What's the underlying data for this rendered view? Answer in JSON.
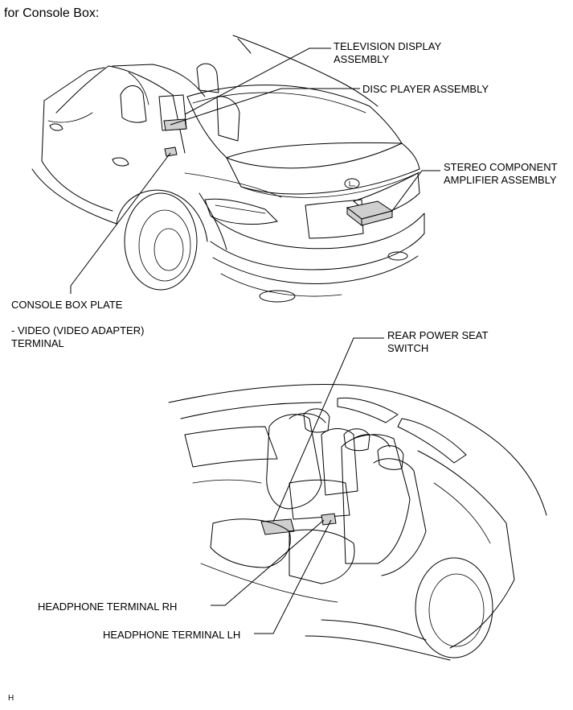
{
  "header": {
    "title": "for Console Box:"
  },
  "top_view": {
    "labels": {
      "tv_display": [
        "TELEVISION DISPLAY",
        "ASSEMBLY"
      ],
      "disc_player": "DISC PLAYER ASSEMBLY",
      "amplifier": [
        "STEREO COMPONENT",
        "AMPLIFIER ASSEMBLY"
      ],
      "console_plate": "CONSOLE BOX PLATE",
      "video_terminal": [
        "- VIDEO (VIDEO ADAPTER)",
        "TERMINAL"
      ]
    }
  },
  "bottom_view": {
    "labels": {
      "rear_seat_switch": [
        "REAR POWER SEAT",
        "SWITCH"
      ],
      "headphone_rh": "HEADPHONE TERMINAL RH",
      "headphone_lh": "HEADPHONE TERMINAL LH"
    }
  },
  "footer": {
    "code": "H"
  }
}
